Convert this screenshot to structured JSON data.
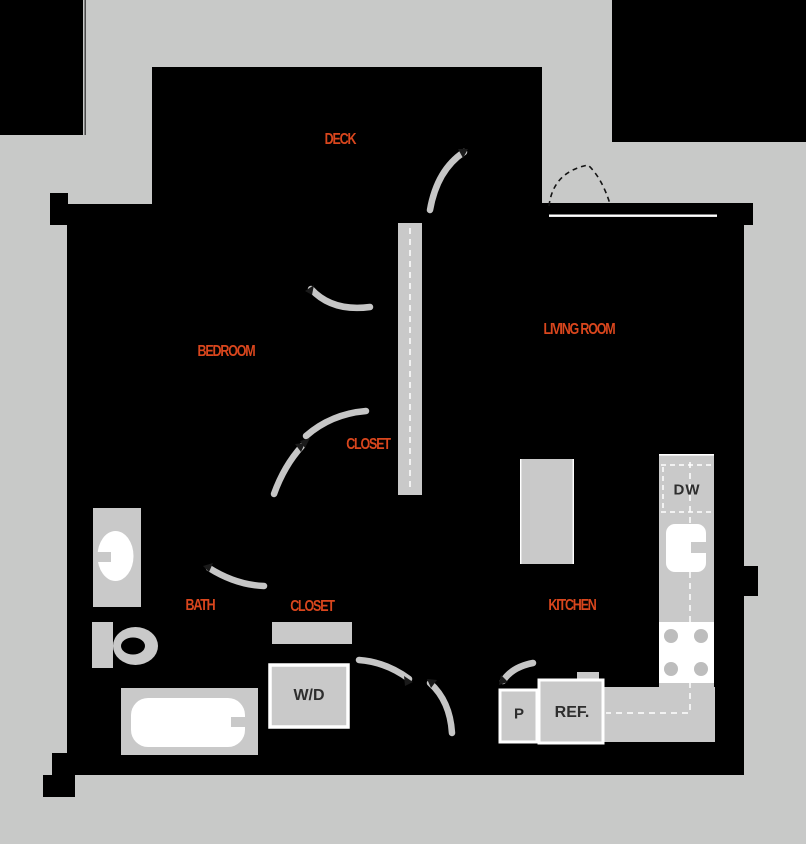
{
  "floorplan": {
    "rooms": {
      "deck": "DECK",
      "bedroom": "BEDROOM",
      "living_room": "LIVING ROOM",
      "closet_upper": "CLOSET",
      "closet_lower": "CLOSET",
      "bath": "BATH",
      "kitchen": "KITCHEN"
    },
    "fixtures": {
      "dishwasher": "DW",
      "washer_dryer": "W/D",
      "refrigerator": "REF.",
      "pantry": "P"
    },
    "colors": {
      "label_accent": "#d9461d",
      "background": "#c8c9c8",
      "walls_and_interior": "#000000",
      "fixture_fill": "#c9c9c9",
      "fixture_outline": "#ffffff",
      "fixture_label": "#2e2e2e"
    }
  }
}
